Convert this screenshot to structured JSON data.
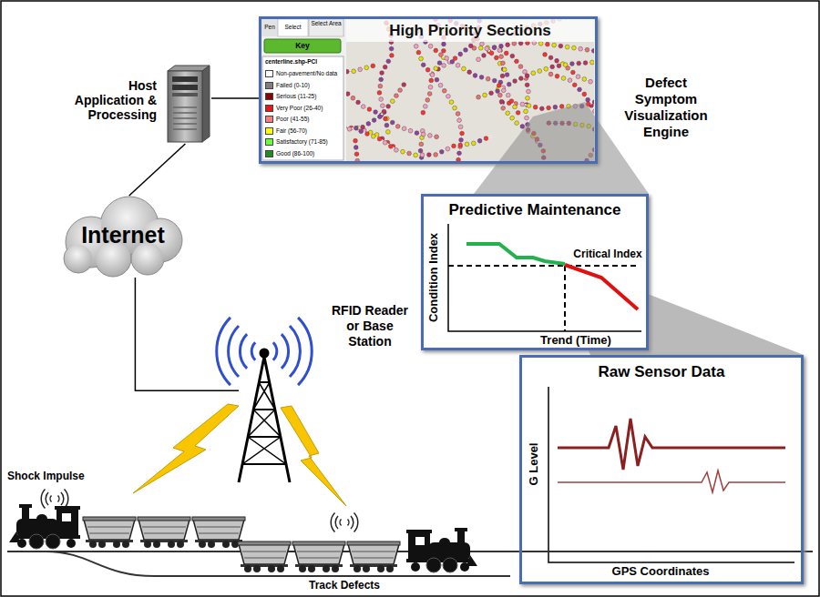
{
  "diagram": {
    "nodes": [
      {
        "text": [
          "Host Application & Processing"
        ]
      },
      {
        "text": [
          "High Priority Sections"
        ]
      },
      {
        "text": [
          "Internet"
        ]
      },
      {
        "text": [
          "RFID Reader or Base Station"
        ]
      },
      {
        "text": [
          "Predictive Maintenance"
        ]
      },
      {
        "text": [
          "Raw Sensor Data"
        ]
      }
    ],
    "edges": [
      {
        "from": 0,
        "to": 1,
        "arrow": "none"
      },
      {
        "from": 0,
        "to": 2,
        "arrow": "none"
      },
      {
        "from": 2,
        "to": 3,
        "arrow": "none"
      }
    ],
    "labels": [
      "Defect Symptom Visualization Engine",
      "Pen",
      "Select",
      "Select Area",
      "Key",
      "centerline.shp-PCI",
      "Condition Index",
      "Critical Index",
      "Trend (Time)",
      "G Level",
      "GPS Coordinates",
      "Shock Impulse",
      "Track Defects"
    ],
    "legend": [
      {
        "text": "Non-pavement/No data",
        "color": "#ffffff"
      },
      {
        "text": "Failed (0-10)",
        "color": "#7f7f7f"
      },
      {
        "text": "Serious (11-25)",
        "color": "#8b0000"
      },
      {
        "text": "Very Poor (26-40)",
        "color": "#e31a1c"
      },
      {
        "text": "Poor (41-55)",
        "color": "#f08080"
      },
      {
        "text": "Fair (56-70)",
        "color": "#ffff00"
      },
      {
        "text": "Satisfactory (71-85)",
        "color": "#66ff33"
      },
      {
        "text": "Good (86-100)",
        "color": "#228b22"
      }
    ]
  }
}
